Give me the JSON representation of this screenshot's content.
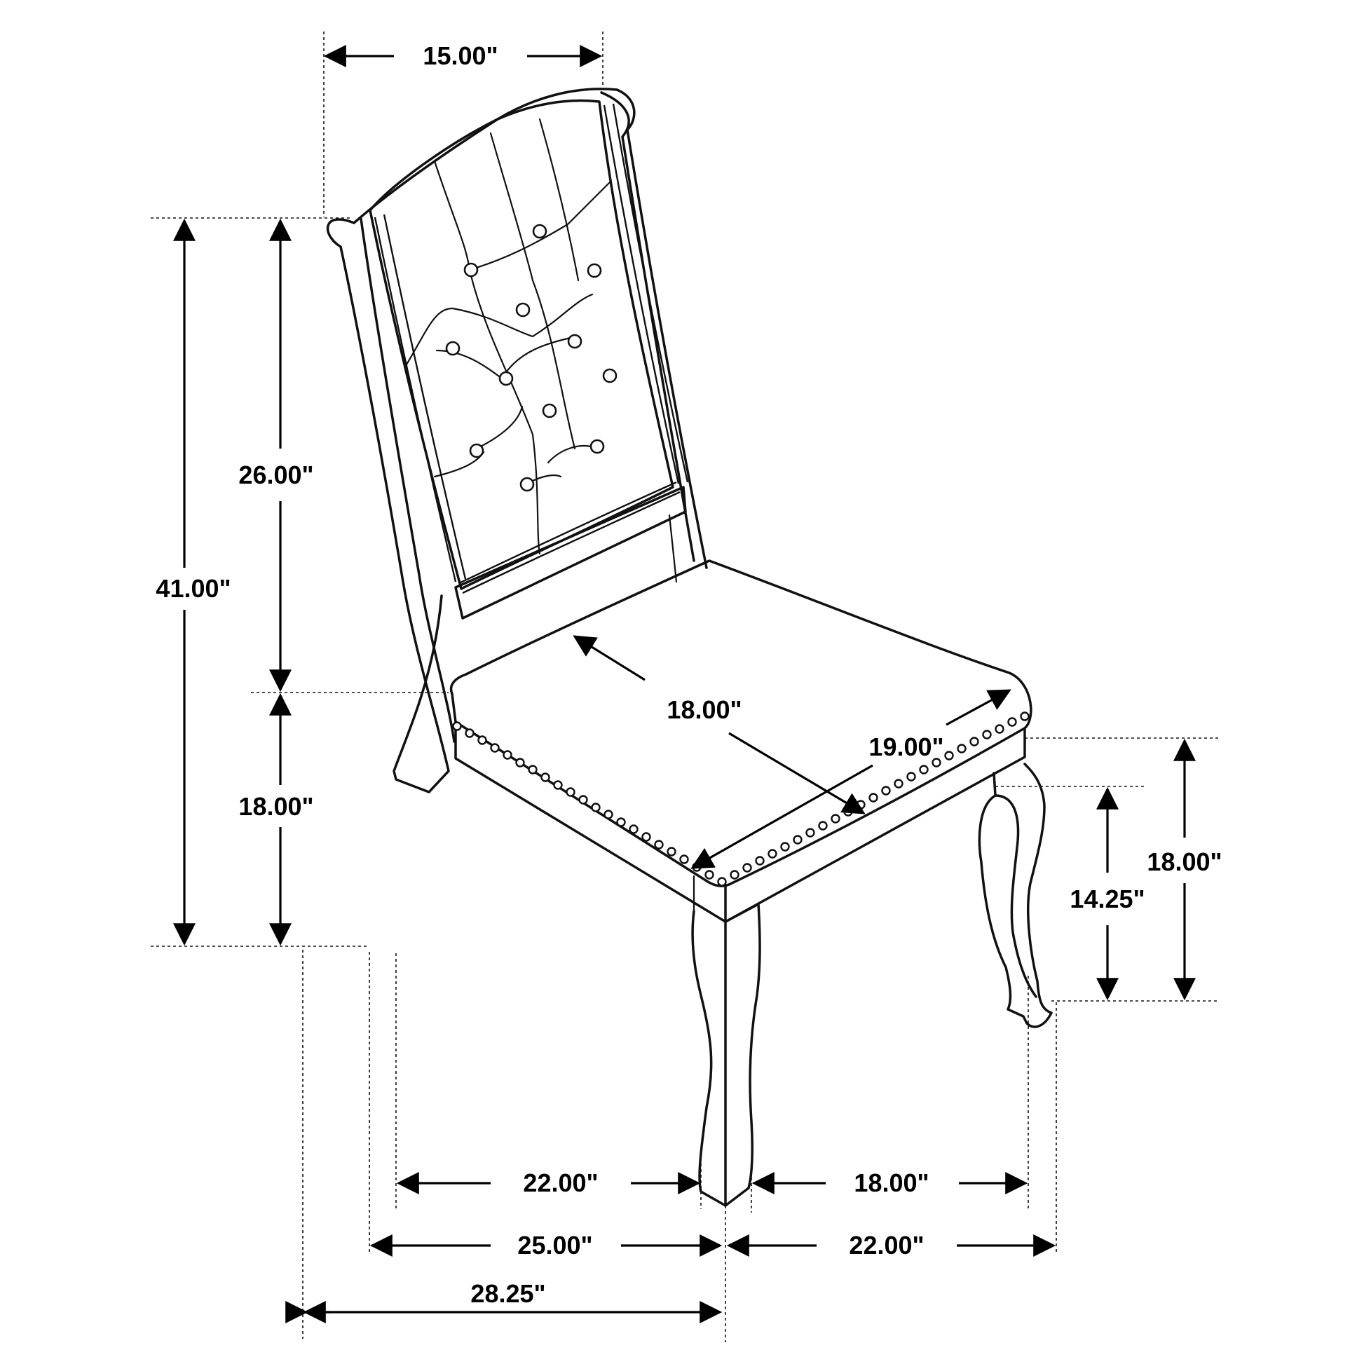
{
  "dimensions": {
    "back_width": "15.00\"",
    "back_height": "26.00\"",
    "overall_height": "41.00\"",
    "seat_height": "18.00\"",
    "seat_depth": "18.00\"",
    "seat_width": "19.00\"",
    "front_seat_height": "18.00\"",
    "leg_height": "14.25\"",
    "leg_span_left": "22.00\"",
    "leg_span_right": "18.00\"",
    "overall_left": "25.00\"",
    "overall_right": "22.00\"",
    "overall_depth": "28.25\""
  }
}
